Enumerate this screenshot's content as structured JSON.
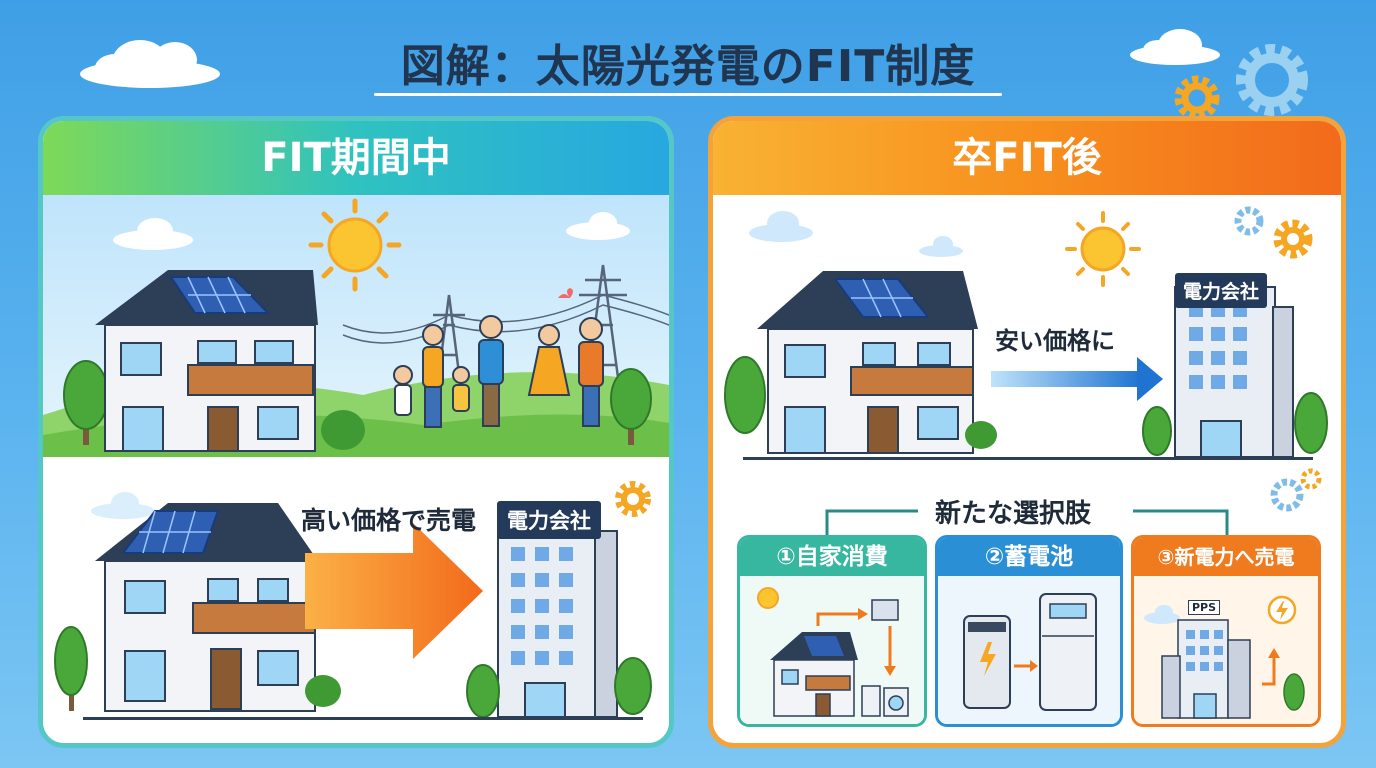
{
  "title": "図解：太陽光発電のFIT制度",
  "fit_panel": {
    "header": "FIT期間中",
    "sell_label": "高い価格で売電",
    "company_label": "電力会社"
  },
  "post_panel": {
    "header": "卒FIT後",
    "sell_label": "安い価格に",
    "company_label": "電力会社",
    "choices_title": "新たな選択肢",
    "options": [
      {
        "label": "①自家消費",
        "color": "#37b6a0"
      },
      {
        "label": "②蓄電池",
        "color": "#2b8fd6"
      },
      {
        "label": "③新電力へ売電",
        "color": "#f07a1e",
        "badge": "PPS"
      }
    ]
  }
}
